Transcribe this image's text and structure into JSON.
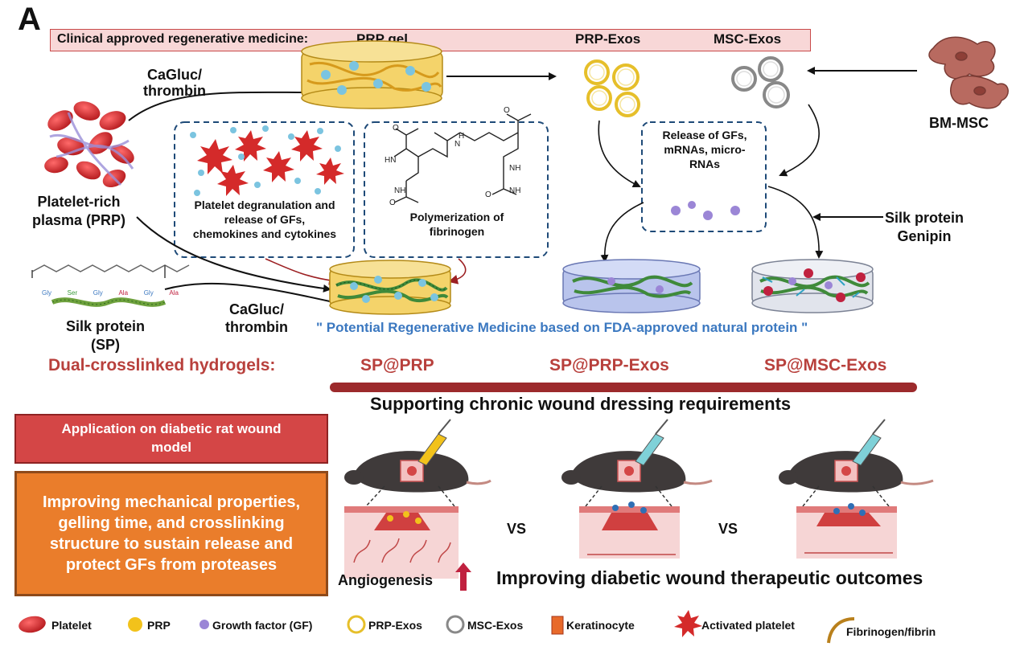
{
  "panel_letter": "A",
  "banner": {
    "label": "Clinical approved regenerative medicine:",
    "prp_gel": "PRP gel",
    "prp_exos": "PRP-Exos",
    "msc_exos": "MSC-Exos"
  },
  "left": {
    "caglu_top_line1": "CaGluc/",
    "caglu_top_line2": "thrombin",
    "prp_line1": "Platelet-rich",
    "prp_line2": "plasma (PRP)",
    "sp_line1": "Silk protein",
    "sp_line2": "(SP)",
    "caglu_bottom_line1": "CaGluc/",
    "caglu_bottom_line2": "thrombin",
    "peptide_seq": [
      "Gly",
      "Ser",
      "Gly",
      "Ala",
      "Gly",
      "Ala"
    ]
  },
  "boxes": {
    "degranulation_line1": "Platelet degranulation and",
    "degranulation_line2": "release of GFs,",
    "degranulation_line3": "chemokines and cytokines",
    "polymerization_line1": "Polymerization of",
    "polymerization_line2": "fibrinogen",
    "release_line1": "Release of GFs,",
    "release_line2": "mRNAs, micro-",
    "release_line3": "RNAs"
  },
  "right": {
    "bm_msc": "BM-MSC",
    "silk_line1": "Silk protein",
    "silk_line2": "Genipin"
  },
  "potential_text": "\" Potential Regenerative Medicine based on FDA-approved natural protein \"",
  "dual": {
    "label": "Dual-crosslinked hydrogels:",
    "sp_prp": "SP@PRP",
    "sp_prp_exos": "SP@PRP-Exos",
    "sp_msc_exos": "SP@MSC-Exos"
  },
  "supporting_text": "Supporting chronic wound dressing requirements",
  "application_box": "Application on diabetic rat wound model",
  "improving_box": "Improving mechanical properties, gelling time, and crosslinking structure to sustain release and protect GFs from proteases",
  "vs1": "VS",
  "vs2": "VS",
  "angiogenesis": "Angiogenesis",
  "outcome_text": "Improving diabetic wound therapeutic outcomes",
  "legend": {
    "platelet": "Platelet",
    "prp": "PRP",
    "gf": "Growth factor (GF)",
    "prp_exos": "PRP-Exos",
    "msc_exos": "MSC-Exos",
    "keratinocyte": "Keratinocyte",
    "activated": "Activated platelet",
    "fibrin": "Fibrinogen/fibrin"
  },
  "colors": {
    "banner_fill": "#f8d7d7",
    "heading_red": "#b8403c",
    "potential_blue": "#3b78c0",
    "dash_box": "#1e4a78",
    "application_box": "#d44646",
    "improving_box": "#ea7d2b",
    "platelet_red": "#d42a2a",
    "prp_yellow": "#f2c21b",
    "gf_purple": "#9b86d6"
  }
}
